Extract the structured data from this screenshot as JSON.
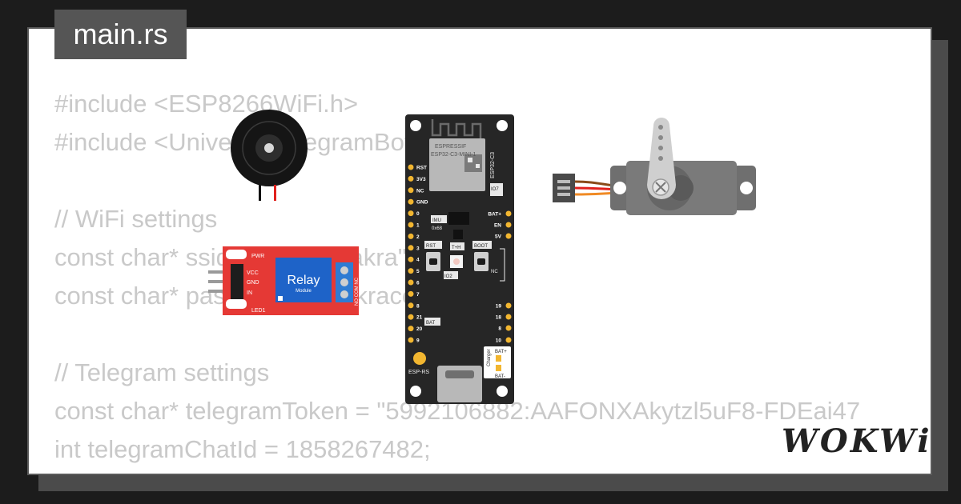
{
  "tab": {
    "filename": "main.rs"
  },
  "code_lines": [
    "#include <ESP8266WiFi.h>",
    "#include <UniversalTelegramBot.h>",
    "",
    "// WiFi settings",
    "const char* ssid = \"Dany Cakra\";",
    "const char* password = \"cakracora\";",
    "",
    "// Telegram settings",
    "const char* telegramToken = \"5992106882:AAFONXAkytzl5uF8-FDEai47",
    "int telegramChatId = 1858267482;"
  ],
  "brand": {
    "label": "WOKWi"
  },
  "relay": {
    "title": "Relay",
    "subtitle": "Module",
    "pwr": "PWR",
    "led": "LED1",
    "pins": [
      "VCC",
      "GND",
      "IN"
    ],
    "terminals": "NO COM NC"
  },
  "board": {
    "vendor": "ESPRESSIF",
    "model": "ESP32-C3-MINI-1",
    "side_label": "ESP32-C3",
    "left_pins": [
      "RST",
      "3V3",
      "NC",
      "GND",
      "0",
      "1",
      "2",
      "3",
      "4",
      "5",
      "6",
      "7",
      "8",
      "21",
      "20",
      "9"
    ],
    "right_pins": [
      "BAT+",
      "EN",
      "5V",
      "19",
      "18",
      "8",
      "10"
    ],
    "io7": "IO7",
    "imu": "IMU",
    "imu_addr": "0x68",
    "rst_btn": "RST",
    "boot_btn": "BOOT",
    "th": "T+H",
    "io2": "IO2",
    "nc": "NC",
    "bat": "BAT",
    "charger": "Charger",
    "bat_plus": "BAT+",
    "bat_minus": "BAT-",
    "logo": "ESP-RS"
  },
  "colors": {
    "relay_red": "#e53935",
    "relay_blue": "#1e63c8",
    "board_black": "#262626",
    "pin_gold": "#f2b630",
    "servo_grey": "#6f6f6f",
    "wire_orange": "#f08a24",
    "wire_red": "#e0211d",
    "wire_brown": "#8a4a18"
  }
}
